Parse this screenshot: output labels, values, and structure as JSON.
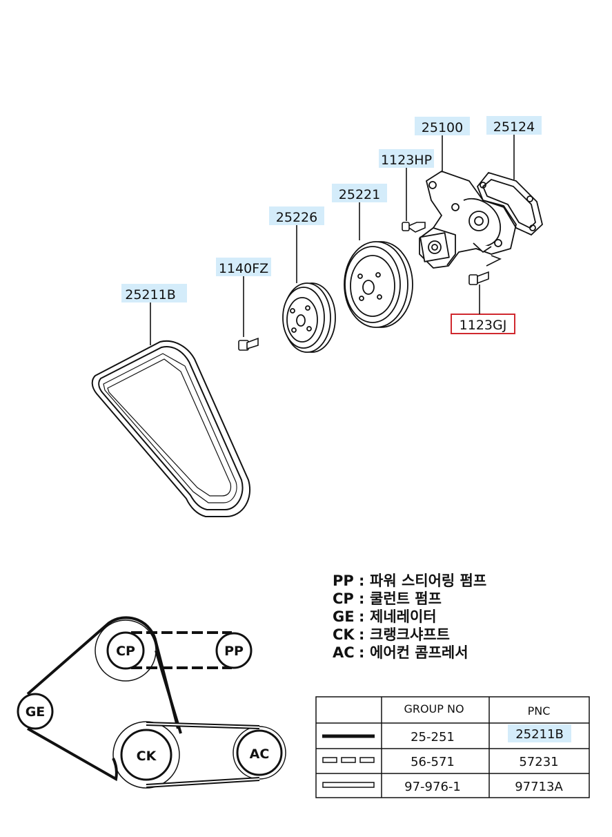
{
  "colors": {
    "label_fill": "#d4ecfa",
    "highlight_border": "#d0282e",
    "line": "#111111"
  },
  "callouts": [
    {
      "id": "c25100",
      "text": "25100",
      "highlight": false
    },
    {
      "id": "c25124",
      "text": "25124",
      "highlight": false
    },
    {
      "id": "c1123HP",
      "text": "1123HP",
      "highlight": false
    },
    {
      "id": "c25221",
      "text": "25221",
      "highlight": false
    },
    {
      "id": "c25226",
      "text": "25226",
      "highlight": false
    },
    {
      "id": "c1140FZ",
      "text": "1140FZ",
      "highlight": false
    },
    {
      "id": "c25211B",
      "text": "25211B",
      "highlight": false
    },
    {
      "id": "c1123GJ",
      "text": "1123GJ",
      "highlight": true
    }
  ],
  "legend": [
    {
      "code": "PP",
      "sep": ":",
      "desc": "파워 스티어링 펌프"
    },
    {
      "code": "CP",
      "sep": ":",
      "desc": "쿨런트 펌프"
    },
    {
      "code": "GE",
      "sep": ":",
      "desc": "제네레이터"
    },
    {
      "code": "CK",
      "sep": ":",
      "desc": "크랭크샤프트"
    },
    {
      "code": "AC",
      "sep": ":",
      "desc": "에어컨 콤프레서"
    }
  ],
  "belt_nodes": [
    {
      "id": "CP",
      "label": "CP"
    },
    {
      "id": "PP",
      "label": "PP"
    },
    {
      "id": "GE",
      "label": "GE"
    },
    {
      "id": "CK",
      "label": "CK"
    },
    {
      "id": "AC",
      "label": "AC"
    }
  ],
  "table": {
    "headers": [
      "",
      "GROUP NO",
      "PNC"
    ],
    "rows": [
      {
        "style": "solid",
        "group": "25-251",
        "pnc": "25211B",
        "pnc_highlight": true
      },
      {
        "style": "dashed",
        "group": "56-571",
        "pnc": "57231",
        "pnc_highlight": false
      },
      {
        "style": "double",
        "group": "97-976-1",
        "pnc": "97713A",
        "pnc_highlight": false
      }
    ]
  }
}
